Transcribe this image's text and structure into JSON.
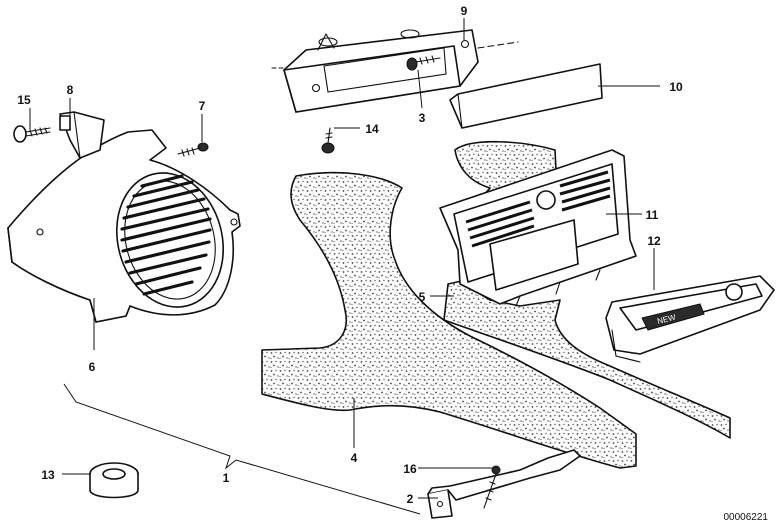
{
  "diagram": {
    "callouts": [
      {
        "id": "c1",
        "label": "1"
      },
      {
        "id": "c2",
        "label": "2"
      },
      {
        "id": "c3",
        "label": "3"
      },
      {
        "id": "c4",
        "label": "4"
      },
      {
        "id": "c5",
        "label": "5"
      },
      {
        "id": "c6",
        "label": "6"
      },
      {
        "id": "c7",
        "label": "7"
      },
      {
        "id": "c8",
        "label": "8"
      },
      {
        "id": "c9",
        "label": "9"
      },
      {
        "id": "c10",
        "label": "10"
      },
      {
        "id": "c11",
        "label": "11"
      },
      {
        "id": "c12",
        "label": "12"
      },
      {
        "id": "c13",
        "label": "13"
      },
      {
        "id": "c14",
        "label": "14"
      },
      {
        "id": "c15",
        "label": "15"
      },
      {
        "id": "c16",
        "label": "16"
      }
    ],
    "drawing_number": "00006221",
    "ashtray_label": "NEW"
  }
}
